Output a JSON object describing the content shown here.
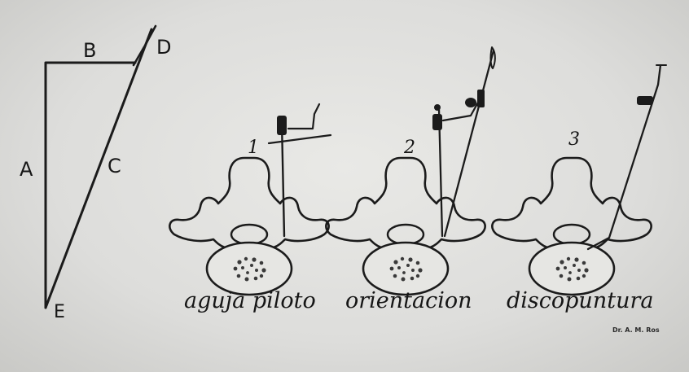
{
  "triangle": {
    "label_a": "A",
    "label_b": "B",
    "label_c": "C",
    "label_d": "D",
    "label_e": "E"
  },
  "panels": [
    {
      "number": "1",
      "caption": "aguja piloto"
    },
    {
      "number": "2",
      "caption": "orientacion"
    },
    {
      "number": "3",
      "caption": "discopuntura"
    }
  ],
  "signature": "Dr. A. M. Ros"
}
